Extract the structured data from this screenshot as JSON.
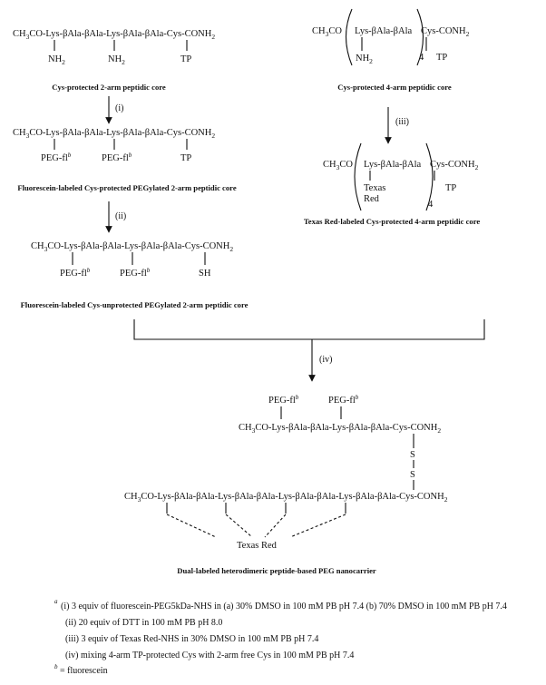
{
  "core_2arm": {
    "backbone_prefix": "CH",
    "backbone_sub3": "3",
    "backbone_main": "CO-Lys-βAla-βAla-Lys-βAla-βAla-Cys-CONH",
    "backbone_sub2": "2",
    "nh2_a": "NH",
    "nh2_b": "NH",
    "nh2_sub": "2",
    "tp": "TP",
    "caption": "Cys-protected 2-arm peptidic core"
  },
  "core_4arm": {
    "backbone_prefix": "CH",
    "backbone_sub3": "3",
    "backbone_left": "CO",
    "backbone_mid": "Lys-βAla-βAla",
    "backbone_right": "Cys-CONH",
    "backbone_sub2": "2",
    "nh2": "NH",
    "nh2_sub": "2",
    "repeat": "4",
    "tp": "TP",
    "caption": "Cys-protected 4-arm peptidic core"
  },
  "steps": {
    "i": "(i)",
    "ii": "(ii)",
    "iii": "(iii)",
    "iv": "(iv)"
  },
  "peg_2arm": {
    "peg": "PEG-fl",
    "sup": "b",
    "tp": "TP",
    "caption": "Fluorescein-labeled Cys-protected PEGylated 2-arm peptidic core"
  },
  "texas_4arm": {
    "texas": "Texas",
    "red": "Red",
    "caption": "Texas Red-labeled Cys-protected 4-arm peptidic core"
  },
  "unprot_2arm": {
    "sh": "SH",
    "caption": "Fluorescein-labeled Cys-unprotected PEGylated 2-arm peptidic core"
  },
  "final": {
    "s1": "S",
    "s2": "S",
    "long_prefix": "CH",
    "long_sub3": "3",
    "long_main": "CO-Lys-βAla-βAla-Lys-βAla-βAla-Lys-βAla-βAla-Lys-βAla-βAla-Cys-CONH",
    "long_sub2": "2",
    "texas_red": "Texas Red",
    "caption": "Dual-labeled heterodimeric peptide-based PEG nanocarrier"
  },
  "footnotes": {
    "a_mark": "a",
    "i": "(i)  3 equiv of fluorescein-PEG5kDa-NHS in (a) 30% DMSO in 100 mM PB pH 7.4 (b) 70% DMSO in 100 mM PB pH 7.4",
    "ii": "(ii)  20 equiv of DTT in 100 mM PB pH 8.0",
    "iii": "(iii) 3 equiv of Texas Red-NHS in 30% DMSO in 100 mM PB pH 7.4",
    "iv": "(iv) mixing 4-arm TP-protected Cys with 2-arm free Cys in 100 mM PB pH 7.4",
    "b_mark": "b",
    "b_text": " = fluorescein"
  }
}
